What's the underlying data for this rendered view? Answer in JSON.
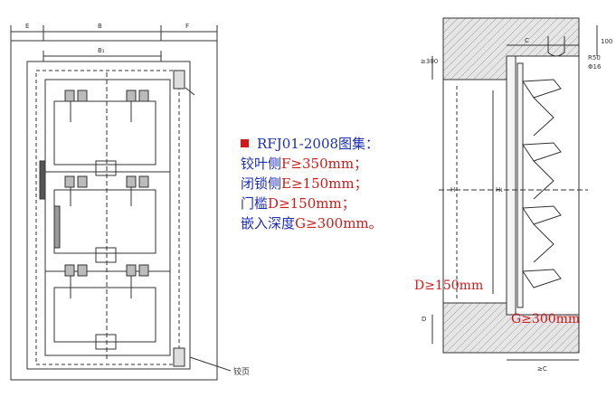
{
  "notes": {
    "title": "RFJ01-2008图集：",
    "line1_prefix": "铰叶侧",
    "line1_value": "F≥350mm；",
    "line2_prefix": "闭锁侧",
    "line2_value": "E≥150mm；",
    "line3_prefix": "门槛",
    "line3_value": "D≥150mm；",
    "line4_prefix": "嵌入深度",
    "line4_value": "G≥300mm。"
  },
  "left_drawing": {
    "dim_E": "E",
    "dim_B": "B",
    "dim_F": "F",
    "dim_B1": "B₁",
    "hinge_label": "铰页"
  },
  "right_drawing": {
    "dim_C": "C",
    "dim_C_bottom": "≥C",
    "dim_H": "H",
    "dim_H1": "H₁",
    "dim_D": "D",
    "dim_300": "≥300",
    "dim_100": "100",
    "r50": "R50",
    "phi16": "Φ16",
    "label_D": "D≥150mm",
    "label_G": "G≥300mm"
  },
  "colors": {
    "accent_red": "#d21818",
    "text_blue": "#1c2db8"
  }
}
